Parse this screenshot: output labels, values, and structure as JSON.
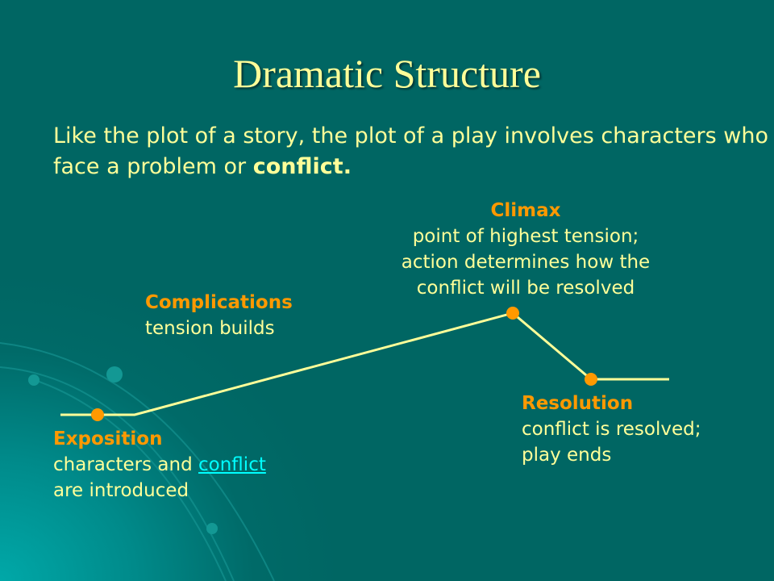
{
  "title": "Dramatic Structure",
  "intro": {
    "text": "Like the plot of a story, the plot of a play involves characters who face a problem or ",
    "bold": "conflict."
  },
  "stages": {
    "exposition": {
      "heading": "Exposition",
      "line1": "characters and ",
      "link": "conflict",
      "line2": "are introduced"
    },
    "complications": {
      "heading": "Complications",
      "line1": "tension builds"
    },
    "climax": {
      "heading": "Climax",
      "line1": "point of highest tension;",
      "line2": "action determines how the",
      "line3": "conflict will be resolved"
    },
    "resolution": {
      "heading": "Resolution",
      "line1": "conflict is resolved;",
      "line2": "play ends"
    }
  },
  "colors": {
    "background": "#006663",
    "text": "#ffff99",
    "accent": "#ff9900",
    "link": "#00ffff"
  }
}
